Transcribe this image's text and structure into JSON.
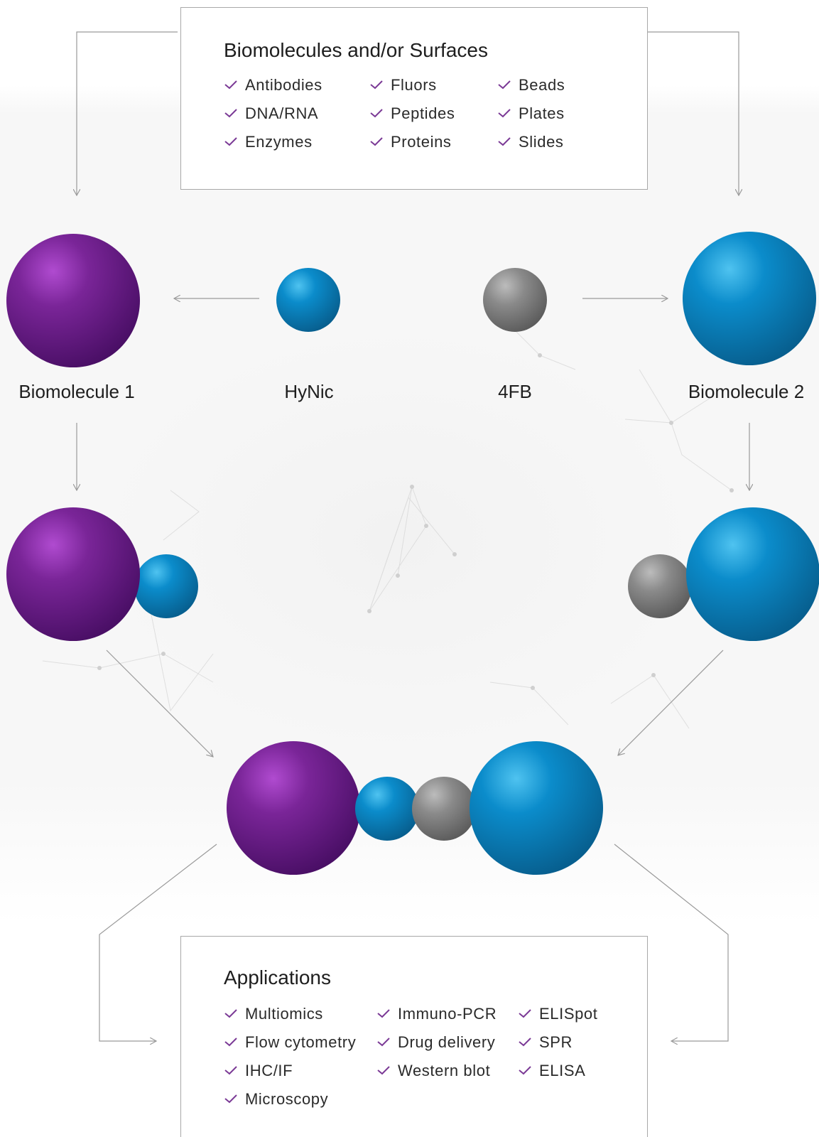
{
  "top_box": {
    "title": "Biomolecules and/or Surfaces",
    "columns": [
      [
        "Antibodies",
        "DNA/RNA",
        "Enzymes"
      ],
      [
        "Fluors",
        "Peptides",
        "Proteins"
      ],
      [
        "Beads",
        "Plates",
        "Slides"
      ]
    ]
  },
  "labels": {
    "biomolecule_1": "Biomolecule 1",
    "hynic": "HyNic",
    "fourfb": "4FB",
    "biomolecule_2": "Biomolecule 2"
  },
  "bottom_box": {
    "title": "Applications",
    "columns": [
      [
        "Multiomics",
        "Flow cytometry",
        "IHC/IF",
        "Microscopy"
      ],
      [
        "Immuno-PCR",
        "Drug delivery",
        "Western blot"
      ],
      [
        "ELISpot",
        "SPR",
        "ELISA"
      ]
    ]
  },
  "colors": {
    "purple": "#6a1b8a",
    "blue": "#0a86bf",
    "gray": "#808080",
    "check": "#7b3a96",
    "arrow": "#9a9a9a"
  }
}
